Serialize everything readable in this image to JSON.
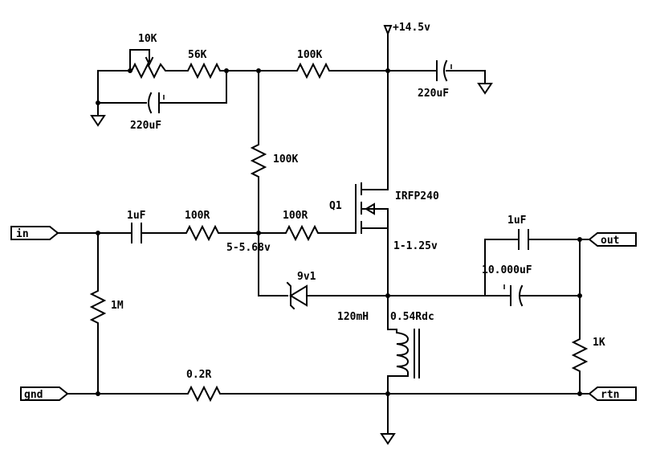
{
  "labels": {
    "supply": "+14.5v",
    "r_pot": "10K",
    "r_56k": "56K",
    "r_100k_top": "100K",
    "r_100k_mid": "100K",
    "c_220_left": "220uF",
    "c_220_right": "220uF",
    "q1": "Q1",
    "mosfet": "IRFP240",
    "c_1uf_in": "1uF",
    "r_100r_in": "100R",
    "r_100r_gate": "100R",
    "gate_voltage": "5-5.68v",
    "source_voltage": "1-1.25v",
    "c_1uf_out": "1uF",
    "c_10000": "10.000uF",
    "zener": "9v1",
    "r_1m": "1M",
    "inductor": "120mH",
    "inductor_dcr": "0.54Rdc",
    "r_1k": "1K",
    "r_02": "0.2R"
  },
  "ports": {
    "in": "in",
    "out": "out",
    "gnd": "gnd",
    "rtn": "rtn"
  }
}
